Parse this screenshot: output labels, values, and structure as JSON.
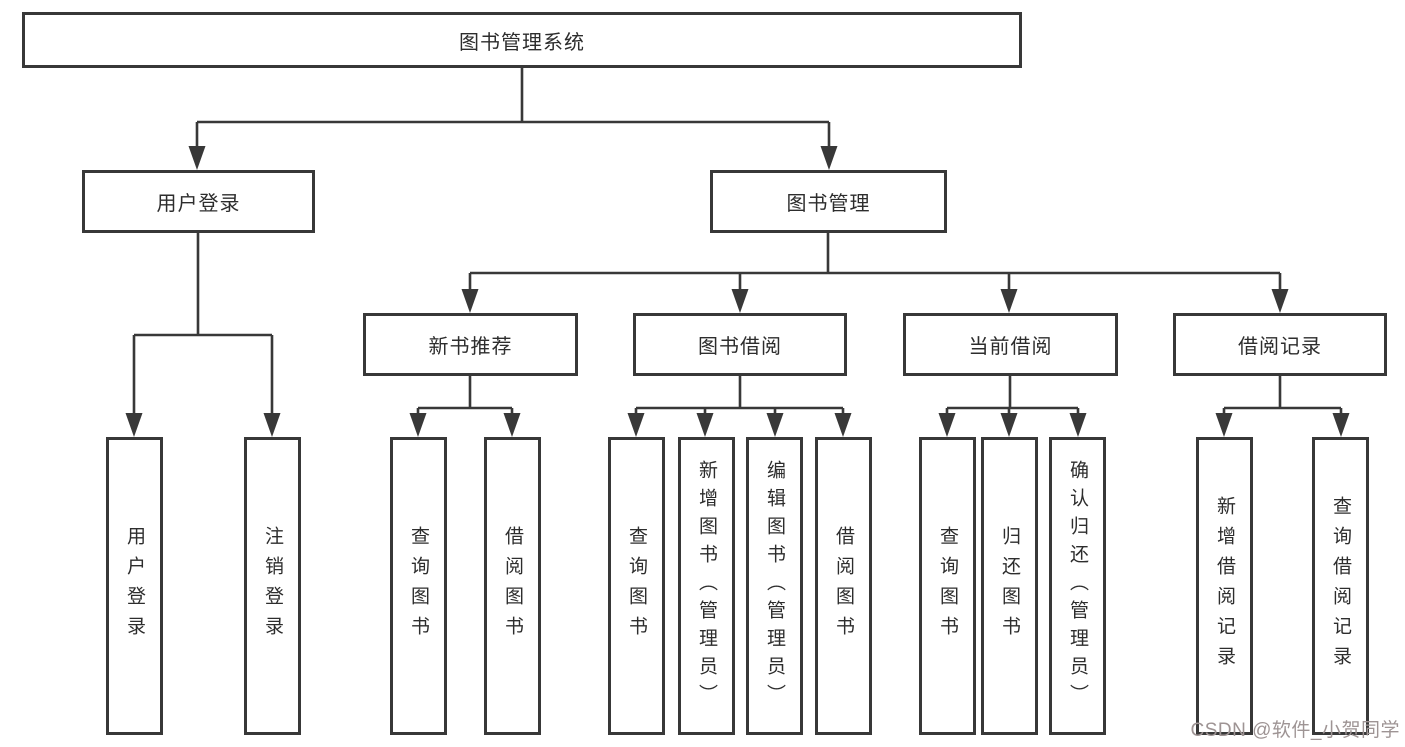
{
  "diagram": {
    "tree": {
      "root": "图书管理系统",
      "children": [
        {
          "label": "用户登录",
          "leaves": [
            "用户登录",
            "注销登录"
          ]
        },
        {
          "label": "图书管理",
          "children": [
            {
              "label": "新书推荐",
              "leaves": [
                "查询图书",
                "借阅图书"
              ]
            },
            {
              "label": "图书借阅",
              "leaves": [
                "查询图书",
                "新增图书（管理员）",
                "编辑图书（管理员）",
                "借阅图书"
              ]
            },
            {
              "label": "当前借阅",
              "leaves": [
                "查询图书",
                "归还图书",
                "确认归还（管理员）"
              ]
            },
            {
              "label": "借阅记录",
              "leaves": [
                "新增借阅记录",
                "查询借阅记录"
              ]
            }
          ]
        }
      ]
    },
    "colors": {
      "line": "#383838",
      "box_border": "#383838",
      "box_fill": "#ffffff",
      "text": "#2d2d2d",
      "watermark": "#9e9494"
    }
  },
  "watermark": {
    "text": "CSDN @软件_小贺同学"
  }
}
